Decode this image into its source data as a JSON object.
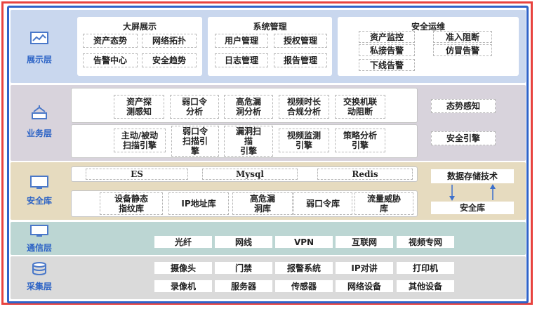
{
  "layers": {
    "display": {
      "label": "展示层",
      "groups": [
        {
          "title": "大屏展示",
          "items": [
            "资产态势",
            "网络拓扑",
            "告警中心",
            "安全趋势"
          ]
        },
        {
          "title": "系统管理",
          "items": [
            "用户管理",
            "授权管理",
            "日志管理",
            "报告管理"
          ]
        },
        {
          "title": "安全运维",
          "items": [
            "资产监控",
            "私接告警",
            "下线告警",
            "准入阻断",
            "仿冒告警"
          ]
        }
      ]
    },
    "business": {
      "label": "业务层",
      "row1": [
        "资产探\n测感知",
        "弱口令\n分析",
        "高危漏\n洞分析",
        "视频时长\n合规分析",
        "交换机联\n动阻断"
      ],
      "row2": [
        "主动/被动\n扫描引擎",
        "弱口令\n扫描引\n擎",
        "漏洞扫\n描\n引擎",
        "视频监测\n引擎",
        "策略分析\n引擎"
      ],
      "side": [
        "态势感知",
        "安全引擎"
      ]
    },
    "security": {
      "label": "安全库",
      "row1": [
        "ES",
        "Mysql",
        "Redis"
      ],
      "row2": [
        "设备静态\n指纹库",
        "IP地址库",
        "高危漏\n洞库",
        "弱口令库",
        "流量威胁\n库"
      ],
      "side": [
        "数据存储技术",
        "安全库"
      ]
    },
    "comm": {
      "label": "通信层",
      "items": [
        "光纤",
        "网线",
        "VPN",
        "互联网",
        "视频专网"
      ]
    },
    "collect": {
      "label": "采集层",
      "row1": [
        "摄像头",
        "门禁",
        "报警系统",
        "IP对讲",
        "打印机"
      ],
      "row2": [
        "录像机",
        "服务器",
        "传感器",
        "网络设备",
        "其他设备"
      ]
    }
  },
  "colors": {
    "outer_border": "#e8433f",
    "inner_border": "#2f63c8",
    "display_bg": "#c9d7ee",
    "business_bg": "#d8d3dc",
    "security_bg": "#e6dbbf",
    "comm_bg": "#bcd6d3",
    "collect_bg": "#dadada",
    "label_text": "#2b62c5"
  }
}
